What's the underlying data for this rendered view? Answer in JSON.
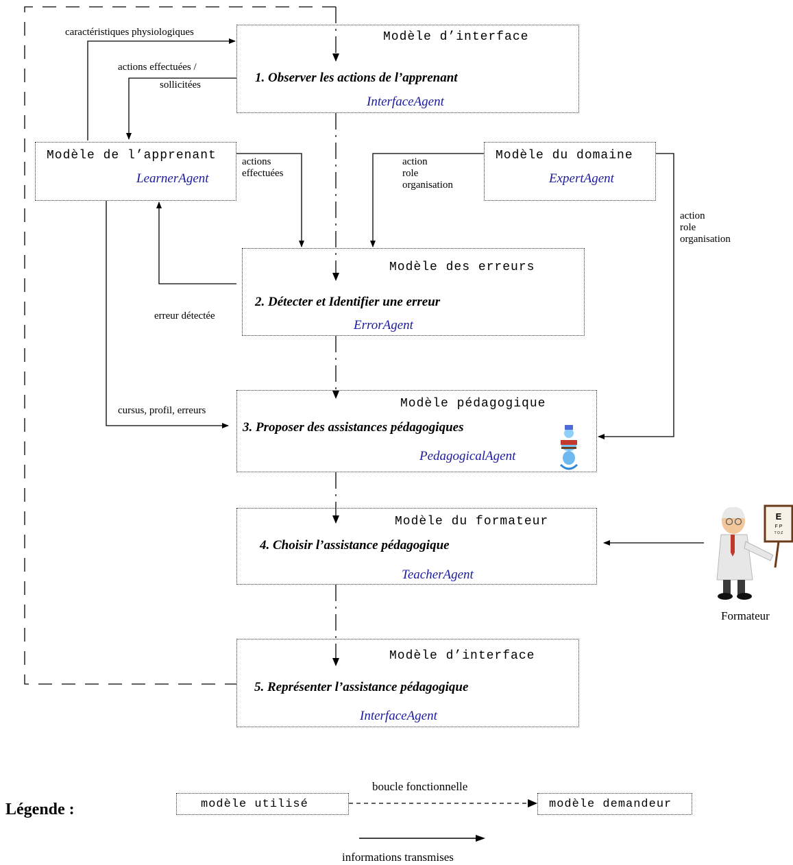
{
  "models": {
    "interface_top": {
      "title": "Modèle d’interface",
      "step": "1. Observer les actions de l’apprenant",
      "agent": "InterfaceAgent"
    },
    "learner": {
      "title": "Modèle de l’apprenant",
      "agent": "LearnerAgent"
    },
    "domain": {
      "title": "Modèle du domaine",
      "agent": "ExpertAgent"
    },
    "errors": {
      "title": "Modèle des erreurs",
      "step": "2. Détecter et Identifier une erreur",
      "agent": "ErrorAgent"
    },
    "pedagogical": {
      "title": "Modèle pédagogique",
      "step": "3. Proposer des assistances pédagogiques",
      "agent": "PedagogicalAgent"
    },
    "teacher": {
      "title": "Modèle du formateur",
      "step": "4. Choisir l’assistance pédagogique",
      "agent": "TeacherAgent"
    },
    "interface_bottom": {
      "title": "Modèle d’interface",
      "step": "5. Représenter l’assistance pédagogique",
      "agent": "InterfaceAgent"
    }
  },
  "labels": {
    "physio": "caractéristiques physiologiques",
    "actions_effectuees_1": "actions effectuées /",
    "actions_effectuees_2": "sollicitées",
    "actions_1": "actions",
    "actions_2": "effectuées",
    "domain_to_error_1": "action",
    "domain_to_error_2": "role",
    "domain_to_error_3": "organisation",
    "domain_to_peda_1": "action",
    "domain_to_peda_2": "role",
    "domain_to_peda_3": "organisation",
    "erreur_detectee": "erreur détectée",
    "cursus": "cursus, profil, erreurs",
    "formateur": "Formateur"
  },
  "legend": {
    "title": "Légende :",
    "used_model": "modèle utilisé",
    "requesting_model": "modèle demandeur",
    "loop": "boucle fonctionnelle",
    "transmitted": "informations transmises"
  }
}
